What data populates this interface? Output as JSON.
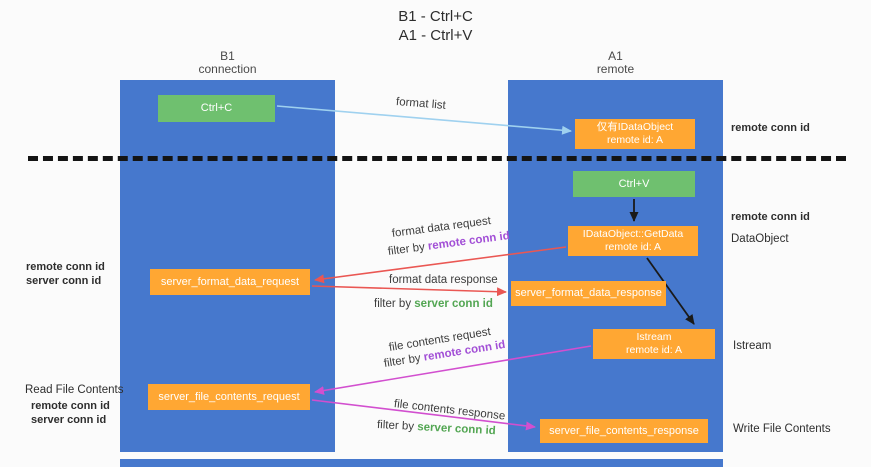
{
  "title": {
    "line1": "B1 - Ctrl+C",
    "line2": "A1 - Ctrl+V"
  },
  "lanes": {
    "left": {
      "name": "B1",
      "role": "connection"
    },
    "right": {
      "name": "A1",
      "role": "remote"
    }
  },
  "nodes": {
    "ctrl_c": {
      "label": "Ctrl+C"
    },
    "ctrl_v": {
      "label": "Ctrl+V"
    },
    "proxy_dataobject": {
      "line1": "仅有IDataObject",
      "line2": "remote id: A"
    },
    "getdata": {
      "line1": "IDataObject::GetData",
      "line2": "remote id: A"
    },
    "istream": {
      "line1": "Istream",
      "line2": "remote id: A"
    },
    "format_request": {
      "label": "server_format_data_request"
    },
    "format_response": {
      "label": "server_format_data_response"
    },
    "file_request": {
      "label": "server_file_contents_request"
    },
    "file_response": {
      "label": "server_file_contents_response"
    }
  },
  "arrow_labels": {
    "format_list": "format list",
    "format_data_request": "format data request",
    "format_data_response": "format data response",
    "file_contents_request": "file contents request",
    "file_contents_response": "file contents response",
    "filter_by": "filter by",
    "remote_conn_id": "remote conn id",
    "server_conn_id": "server conn id"
  },
  "annotations": {
    "remote_conn_id": "remote conn id",
    "server_conn_id": "server conn id",
    "dataobject": "DataObject",
    "istream": "Istream",
    "read_file_contents": "Read File Contents",
    "write_file_contents": "Write File Contents"
  },
  "colors": {
    "lane_blue": "#4678cd",
    "node_orange": "#ffa733",
    "node_green": "#6fc06f",
    "arrow_blue": "#9fd1ef",
    "arrow_red": "#ea5753",
    "arrow_magenta": "#d24fcf",
    "arrow_black": "#1a1a1a",
    "text_purple": "#a24fd6",
    "text_green": "#53a653"
  }
}
